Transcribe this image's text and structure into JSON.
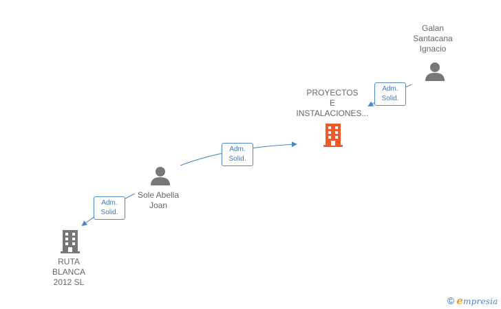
{
  "nodes": {
    "galan": {
      "lines": [
        "Galan",
        "Santacana",
        "Ignacio"
      ],
      "type": "person"
    },
    "proyectos": {
      "lines": [
        "PROYECTOS",
        "E",
        "INSTALACIONES..."
      ],
      "type": "company",
      "highlight": true
    },
    "sole": {
      "lines": [
        "Sole Abella",
        "Joan"
      ],
      "type": "person"
    },
    "ruta": {
      "lines": [
        "RUTA",
        "BLANCA",
        "2012 SL"
      ],
      "type": "company"
    }
  },
  "edges": [
    {
      "from": "galan",
      "to": "proyectos",
      "label": [
        "Adm.",
        "Solid."
      ]
    },
    {
      "from": "sole",
      "to": "proyectos",
      "label": [
        "Adm.",
        "Solid."
      ]
    },
    {
      "from": "sole",
      "to": "ruta",
      "label": [
        "Adm.",
        "Solid."
      ]
    }
  ],
  "colors": {
    "person_icon": "#777777",
    "company_icon": "#777777",
    "company_highlight": "#f05a28",
    "edge": "#4a86c8",
    "label_text": "#666666"
  },
  "footer": {
    "copyright_symbol": "©",
    "brand_first": "e",
    "brand_rest": "mpresia"
  }
}
